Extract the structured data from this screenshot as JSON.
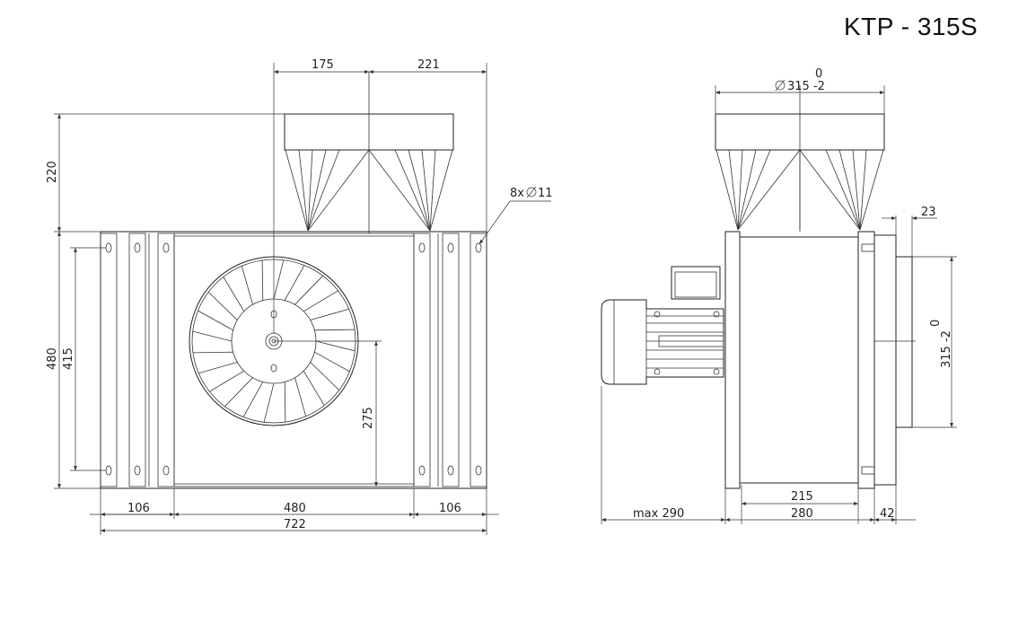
{
  "title": "KTP - 315S",
  "front_view": {
    "dims": {
      "top_left": "175",
      "top_right": "221",
      "height_inlet": "220",
      "holes": "8x",
      "hole_dia": "11",
      "height_total": "480",
      "height_holes": "415",
      "wheel_center": "275",
      "bottom_left": "106",
      "bottom_mid": "480",
      "bottom_right": "106",
      "width_total": "722"
    }
  },
  "side_view": {
    "dims": {
      "top_tol": "0",
      "top_dia": "315 -2",
      "flange": "23",
      "right_tol": "0",
      "right_dia": "315 -2",
      "inner": "215",
      "depth": "280",
      "motor": "max 290",
      "outlet": "42"
    }
  }
}
